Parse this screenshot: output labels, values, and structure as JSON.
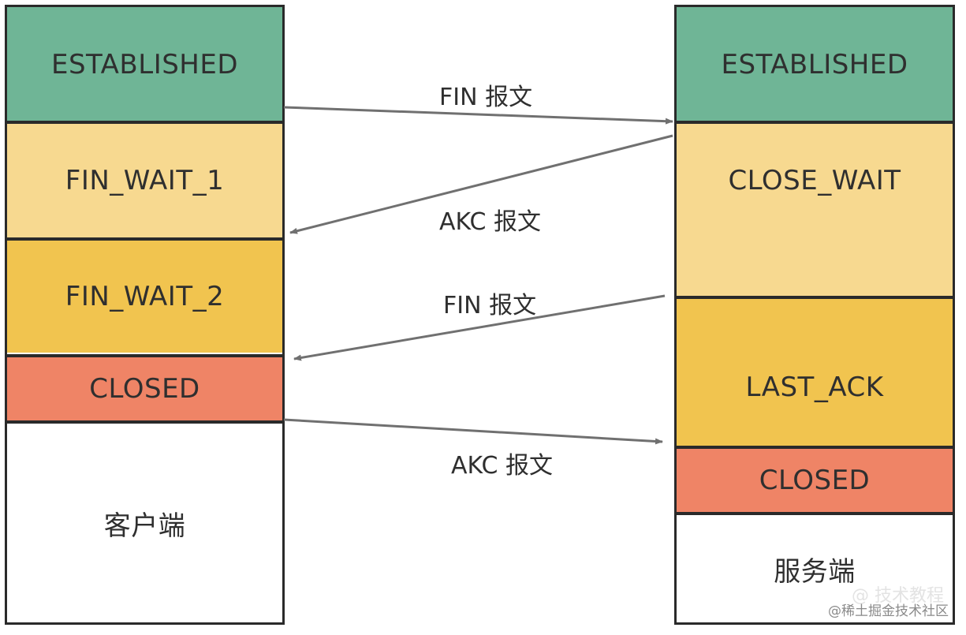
{
  "client": {
    "name": "客户端",
    "states": [
      {
        "label": "ESTABLISHED",
        "color": "#6fb596"
      },
      {
        "label": "FIN_WAIT_1",
        "color": "#f7d990"
      },
      {
        "label": "FIN_WAIT_2",
        "color": "#f1c44f"
      },
      {
        "label": "CLOSED",
        "color": "#ef8466"
      }
    ]
  },
  "server": {
    "name": "服务端",
    "states": [
      {
        "label": "ESTABLISHED",
        "color": "#6fb596"
      },
      {
        "label": "CLOSE_WAIT",
        "color": "#f7d990"
      },
      {
        "label": "LAST_ACK",
        "color": "#f1c44f"
      },
      {
        "label": "CLOSED",
        "color": "#ef8466"
      }
    ]
  },
  "messages": [
    {
      "label": "FIN 报文",
      "direction": "client-to-server"
    },
    {
      "label": "AKC 报文",
      "direction": "server-to-client"
    },
    {
      "label": "FIN 报文",
      "direction": "server-to-client"
    },
    {
      "label": "AKC 报文",
      "direction": "client-to-server"
    }
  ],
  "watermark": {
    "text": "@稀土掘金技术社区",
    "faded_text": "@ 技术教程"
  },
  "colors": {
    "border": "#2a2a2a",
    "arrow": "#707070"
  }
}
